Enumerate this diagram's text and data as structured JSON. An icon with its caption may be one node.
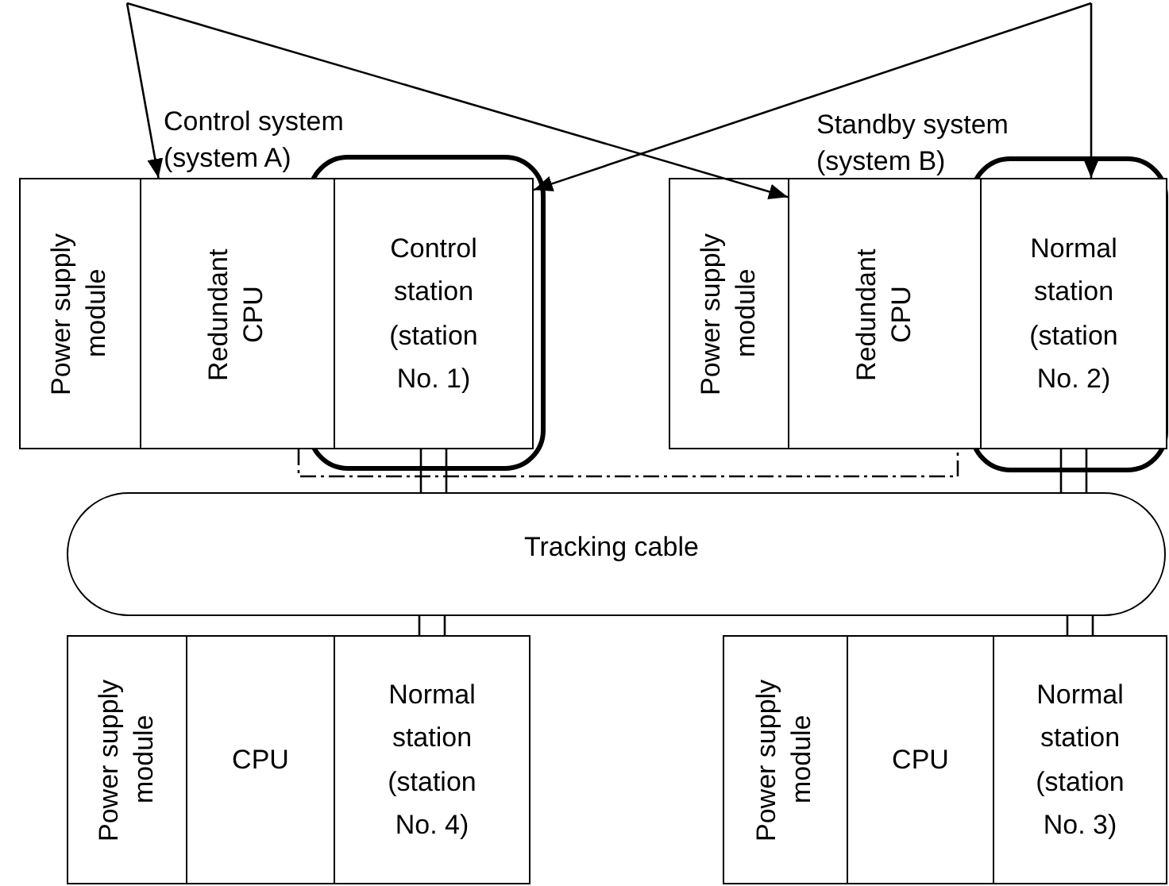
{
  "diagram": {
    "nodes": [
      {
        "text": [
          "Power supply module"
        ]
      },
      {
        "text": [
          "Redundant CPU"
        ]
      },
      {
        "text": [
          "Control station (station No. 1)"
        ]
      },
      {
        "text": [
          "Power supply module"
        ]
      },
      {
        "text": [
          "Redundant CPU"
        ]
      },
      {
        "text": [
          "Normal station (station No. 2)"
        ]
      },
      {
        "text": [],
        "shape": "box"
      },
      {
        "text": [
          "Power supply module"
        ]
      },
      {
        "text": [
          "CPU"
        ]
      },
      {
        "text": [
          "Normal station (station No. 4)"
        ]
      },
      {
        "text": [
          "Power supply module"
        ]
      },
      {
        "text": [
          "CPU"
        ]
      },
      {
        "text": [
          "Normal station (station No. 3)"
        ]
      }
    ],
    "edges": [
      {
        "from": null,
        "to": 1,
        "arrow": "to"
      },
      {
        "from": null,
        "to": 4,
        "arrow": "to"
      },
      {
        "from": null,
        "to": 5,
        "arrow": "to"
      },
      {
        "from": null,
        "to": 2,
        "arrow": "to"
      },
      {
        "from": 1,
        "to": 4,
        "arrow": "none",
        "style": "dashed"
      },
      {
        "from": 2,
        "to": 6,
        "arrow": "none"
      },
      {
        "from": 5,
        "to": 6,
        "arrow": "none"
      },
      {
        "from": 9,
        "to": 6,
        "arrow": "none"
      },
      {
        "from": 12,
        "to": 6,
        "arrow": "none"
      }
    ],
    "labels": [
      "Control system (system A)",
      "Standby system (system B)",
      "Tracking cable"
    ]
  }
}
